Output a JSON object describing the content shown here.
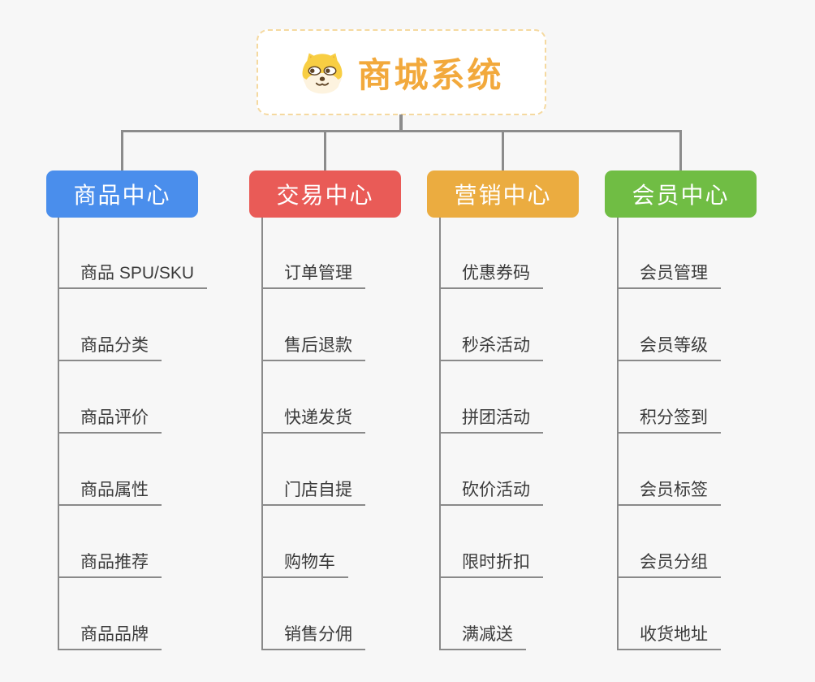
{
  "root": {
    "title": "商城系统",
    "icon": "dog-face-icon",
    "title_color": "#f2a93c",
    "border_color": "#f5d9a0"
  },
  "canvas": {
    "background_color": "#f7f7f7",
    "connector_color": "#8c8c8c",
    "leaf_underline_color": "#8a8a8a"
  },
  "branches": [
    {
      "label": "商品中心",
      "color": "#4a8eec",
      "items": [
        "商品 SPU/SKU",
        "商品分类",
        "商品评价",
        "商品属性",
        "商品推荐",
        "商品品牌"
      ]
    },
    {
      "label": "交易中心",
      "color": "#e95b57",
      "items": [
        "订单管理",
        "售后退款",
        "快递发货",
        "门店自提",
        "购物车",
        "销售分佣"
      ]
    },
    {
      "label": "营销中心",
      "color": "#ebac40",
      "items": [
        "优惠券码",
        "秒杀活动",
        "拼团活动",
        "砍价活动",
        "限时折扣",
        "满减送"
      ]
    },
    {
      "label": "会员中心",
      "color": "#70bd44",
      "items": [
        "会员管理",
        "会员等级",
        "积分签到",
        "会员标签",
        "会员分组",
        "收货地址"
      ]
    }
  ]
}
